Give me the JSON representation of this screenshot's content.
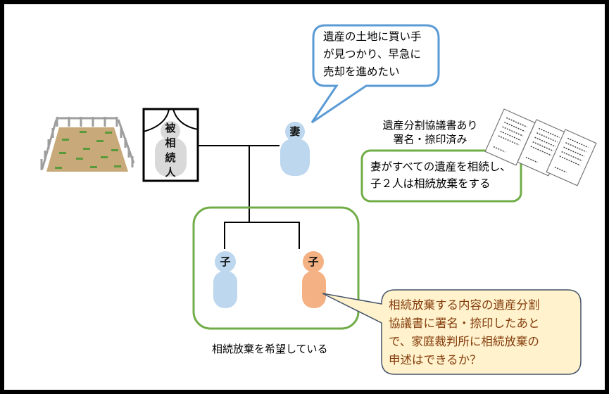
{
  "diagram": {
    "deceased": {
      "label_chars": [
        "被",
        "相",
        "続",
        "人"
      ],
      "color": "#d9d9d9"
    },
    "wife": {
      "label": "妻",
      "color": "#bdd7ee"
    },
    "child_left": {
      "label": "子",
      "color": "#bdd7ee"
    },
    "child_right": {
      "label": "子",
      "color": "#f4b183"
    },
    "wife_bubble": {
      "lines": [
        "遺産の土地に買い手",
        "が見つかり、早急に",
        "売却を進めたい"
      ],
      "border_color": "#5b9bd5"
    },
    "agreement_caption": {
      "lines": [
        "遺産分割協議書あり",
        "署名・捺印済み"
      ]
    },
    "agreement_box": {
      "lines": [
        "妻がすべての遺産を相続し、",
        "子２人は相続放棄をする"
      ],
      "border_color": "#70ad47"
    },
    "children_group": {
      "caption": "相続放棄を希望している",
      "border_color": "#70ad47"
    },
    "question_bubble": {
      "lines": [
        "相続放棄する内容の遺産分割",
        "協議書に署名・捺印したあと",
        "で、家庭裁判所に相続放棄の",
        "申述はできるか？"
      ],
      "fill_color": "#fff2cc",
      "border_color": "#44546a",
      "text_color": "#843c0c"
    },
    "icons": [
      "land-field-icon",
      "documents-icon"
    ]
  }
}
